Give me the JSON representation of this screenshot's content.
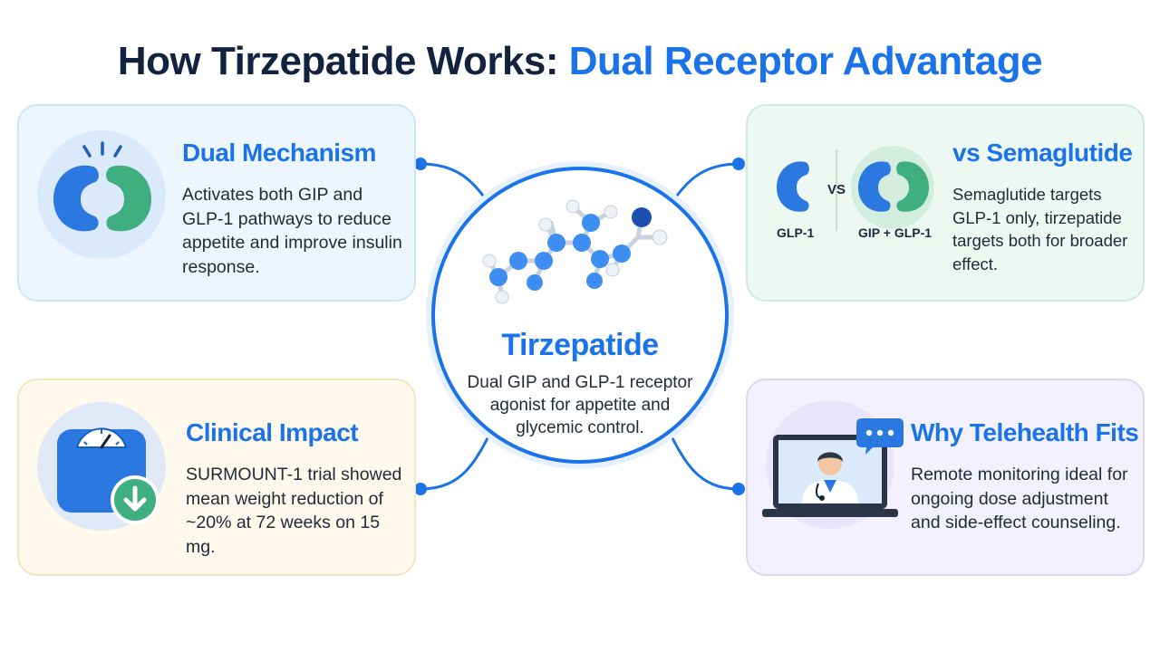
{
  "header": {
    "title_main": "How Tirzepatide Works: ",
    "title_accent": "Dual Receptor Advantage"
  },
  "center": {
    "title": "Tirzepatide",
    "description": "Dual GIP and GLP-1 receptor agonist for appetite and glycemic control."
  },
  "cards": {
    "dual_mechanism": {
      "title": "Dual Mechanism",
      "body": "Activates both GIP and GLP-1 pathways to reduce appetite and improve insulin response."
    },
    "vs_semaglutide": {
      "title": "vs Semaglutide",
      "body": "Semaglutide targets GLP-1 only, tirzepatide targets both for broader effect.",
      "left_label": "GLP-1",
      "vs_label": "VS",
      "right_label": "GIP + GLP-1"
    },
    "clinical_impact": {
      "title": "Clinical Impact",
      "body": "SURMOUNT-1 trial showed mean weight reduction of ~20% at 72 weeks on 15 mg."
    },
    "telehealth": {
      "title": "Why Telehealth Fits",
      "body": "Remote monitoring ideal for ongoing dose adjustment and side-effect counseling."
    }
  },
  "icons": {
    "receptor_pair": "receptor-pair-icon",
    "comparison": "receptor-comparison-icon",
    "scale": "weight-scale-icon",
    "telehealth": "telehealth-doctor-icon",
    "molecule": "molecule-icon"
  },
  "colors": {
    "accent": "#1a73e8",
    "title_dark": "#13233f",
    "receptor_blue": "#2b78e0",
    "receptor_green": "#3fae80"
  }
}
